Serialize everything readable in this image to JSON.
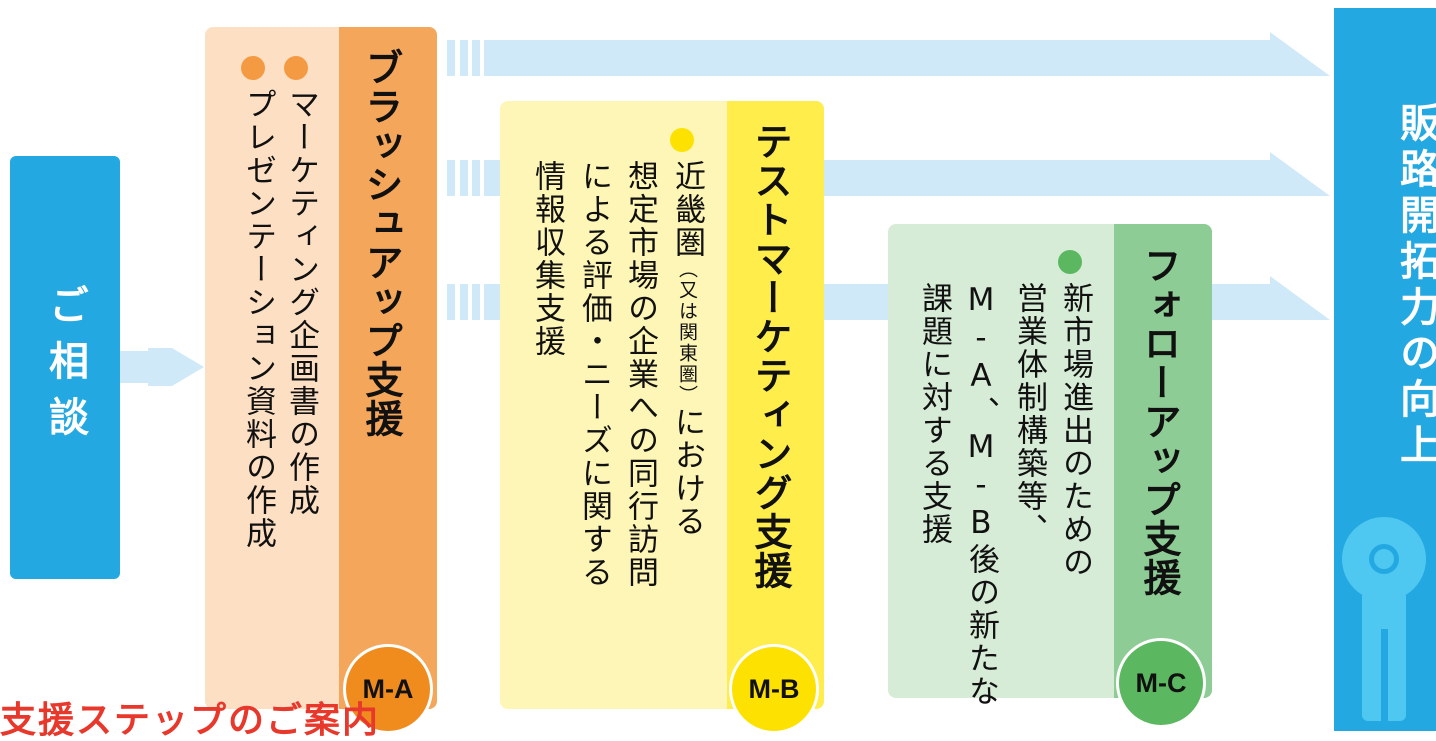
{
  "consult": {
    "label": "ご相談"
  },
  "colors": {
    "blue": "#23a8e2",
    "arrow_light": "#cfe9f9",
    "ma_body": "#fde0c4",
    "ma_head": "#f4a65a",
    "ma_bullet": "#f39a42",
    "ma_badge": "#f08c1e",
    "mb_body": "#fef6b6",
    "mb_head": "#feed4a",
    "mb_bullet": "#fde100",
    "mb_badge": "#fde100",
    "mc_body": "#d7ecd6",
    "mc_head": "#8ecc96",
    "mc_bullet": "#5cb860",
    "mc_badge": "#5cb860",
    "key_icon": "#4ec8f0",
    "bottom_red": "#e8382c"
  },
  "panels": {
    "ma": {
      "title": "ブラッシュアップ支援",
      "badge": "M-A",
      "items": [
        "マーケティング企画書の作成",
        "プレゼンテーション資料の作成"
      ]
    },
    "mb": {
      "title": "テストマーケティング支援",
      "badge": "M-B",
      "line1_pre": "近畿圏",
      "line1_small": "（又は関東圏）",
      "line1_post": "における",
      "line2": "想定市場の企業への同行訪問",
      "line3": "による評価・ニーズに関する",
      "line4": "情報収集支援"
    },
    "mc": {
      "title": "フォローアップ支援",
      "badge": "M-C",
      "line1": "新市場進出のための",
      "line2": "営業体制構築等、",
      "line3": "M-A、M-B後の新たな",
      "line4": "課題に対する支援"
    }
  },
  "result": {
    "label": "販路開拓力の向上"
  },
  "bottom": {
    "text": "支援ステップのご案内"
  }
}
